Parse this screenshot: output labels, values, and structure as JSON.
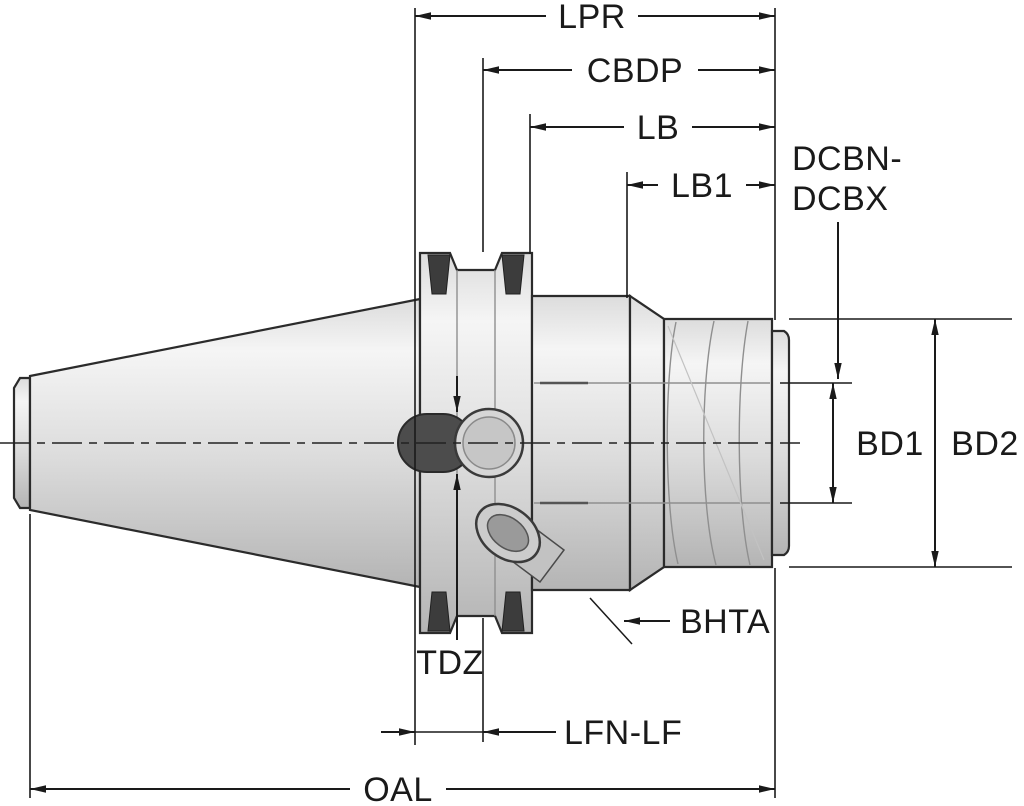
{
  "diagram": {
    "title": "tool-holder-dimension-drawing",
    "labels": {
      "lpr": "LPR",
      "cbdp": "CBDP",
      "lb": "LB",
      "lb1": "LB1",
      "dcbn_line1": "DCBN-",
      "dcbn_line2": "DCBX",
      "bd1": "BD1",
      "bd2": "BD2",
      "bhta": "BHTA",
      "tdz": "TDZ",
      "lfn_lf": "LFN-LF",
      "oal": "OAL"
    },
    "colors": {
      "line": "#1a1a1a",
      "background": "#ffffff",
      "body_light": "#f5f5f5",
      "body_mid": "#dcdcdc",
      "body_dark": "#b4b4b4",
      "slot_dark": "#3c3c3c"
    }
  }
}
